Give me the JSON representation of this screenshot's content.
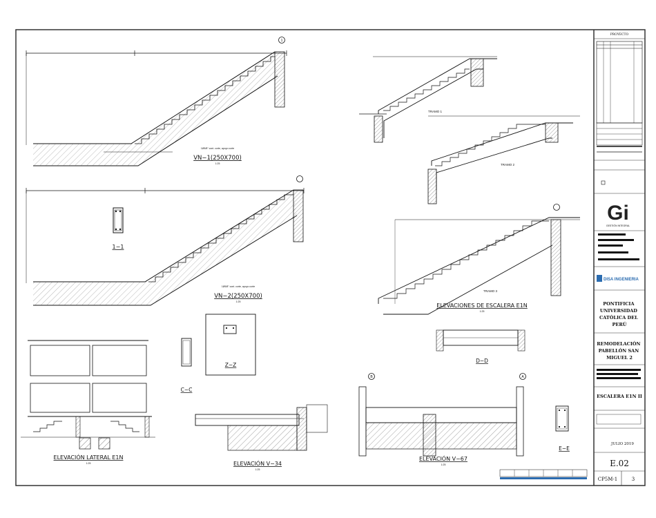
{
  "drawings": {
    "vn1_title": "VN−1(250X700)",
    "vn1_note": "1Ø5/8\" cont. corte, apoyo corte",
    "vn2_title": "VN−2(250X700)",
    "vn2_note": "1Ø5/8\" cont. corte, apoyo corte",
    "sec_11": "1−1",
    "sec_zz": "Z−Z",
    "sec_cc": "C−C",
    "sec_dd": "D−D",
    "sec_ee": "E−E",
    "elev_escalera": "ELEVACIONES DE ESCALERA E1N",
    "elev_lateral": "ELEVACIÓN LATERAL E1N",
    "elev_v34": "ELEVACIÓN V−34",
    "elev_v67": "ELEVACIÓN V−67",
    "tramo1": "TRAMO 1",
    "tramo2": "TRAMO 2",
    "tramo3": "TRAMO 3",
    "grid_1": "1",
    "grid_b": "B",
    "grid_a": "A",
    "scale": "1:25"
  },
  "titleblock": {
    "header": "PROYECTO",
    "logo_letters": "Gi",
    "logo_caption": "GESTIÓN INTEGRAL",
    "bluebar": "DISA INGENIERIA",
    "client": "PONTIFICIA UNIVERSIDAD CATÓLICA DEL PERÚ",
    "project": "REMODELACIÓN PABELLÓN SAN MIGUEL 2",
    "specialty": "ESCALERA E1N II",
    "date": "JULIO 2019",
    "sheet_code": "E.02",
    "file_code": "CP5M-1",
    "sheet_num": "3"
  },
  "colors": {
    "line": "#111111",
    "blue": "#2b6cb0",
    "frame": "#333333"
  }
}
